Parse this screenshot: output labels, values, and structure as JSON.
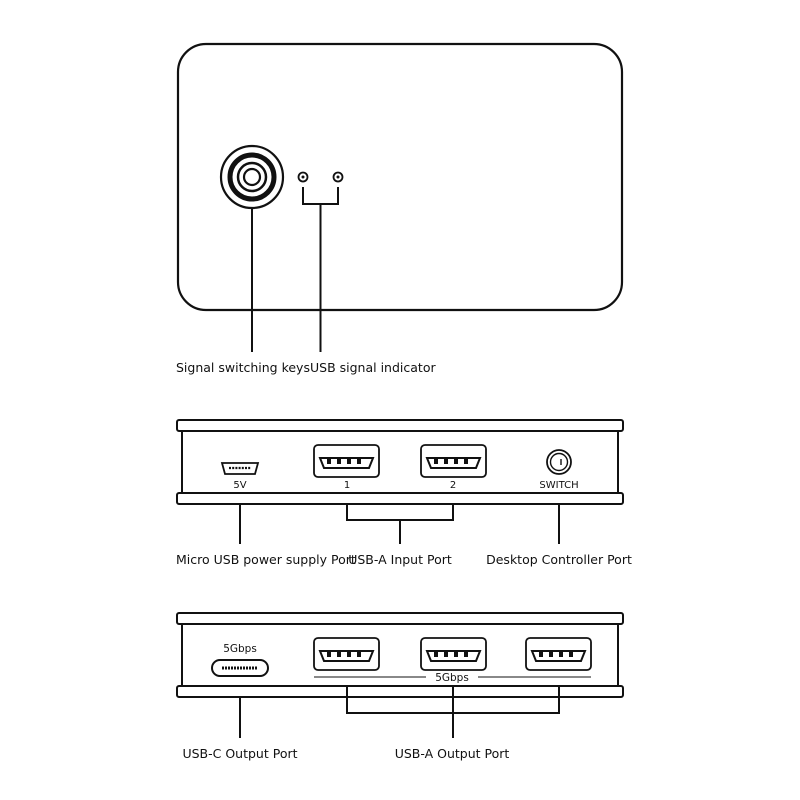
{
  "top_view": {
    "signal_switching_keys_label": "Signal switching keys",
    "usb_signal_indicator_label": "USB signal indicator"
  },
  "front_panel": {
    "port_5v_label": "5V",
    "input_1_label": "1",
    "input_2_label": "2",
    "switch_label": "SWITCH",
    "micro_usb_label": "Micro USB power supply Port",
    "usb_a_input_label": "USB-A Input Port",
    "desktop_controller_label": "Desktop Controller Port"
  },
  "back_panel": {
    "usbc_speed_label": "5Gbps",
    "usba_speed_label": "5Gbps",
    "usbc_output_label": "USB-C Output Port",
    "usba_output_label": "USB-A Output Port"
  },
  "colors": {
    "line": "#111111",
    "background": "#ffffff"
  }
}
